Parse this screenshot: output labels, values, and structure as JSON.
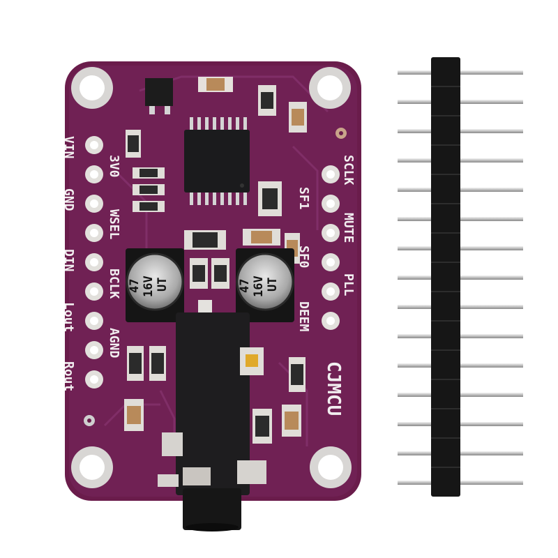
{
  "board": {
    "name": "CJMCU",
    "left_pins": [
      "VIN",
      "3V0",
      "GND",
      "WSEL",
      "DIN",
      "BCLK",
      "Lout",
      "AGND",
      "Rout"
    ],
    "right_pins": [
      "SCLK",
      "SF1",
      "MUTE",
      "SF0",
      "PLL",
      "DEEM"
    ],
    "capacitor_marking": {
      "value": "47",
      "voltage": "16V",
      "series": "UT"
    },
    "colors": {
      "pcb": "#6e1f4f",
      "pad": "#d9d6d0",
      "jack": "#1e1d1f",
      "header": "#161616",
      "pin": "#cfcfcf"
    }
  },
  "header": {
    "pin_count": 15
  },
  "icons": [
    "audio-jack-icon",
    "pin-header-icon",
    "electrolytic-capacitor-icon",
    "ic-chip-icon"
  ]
}
